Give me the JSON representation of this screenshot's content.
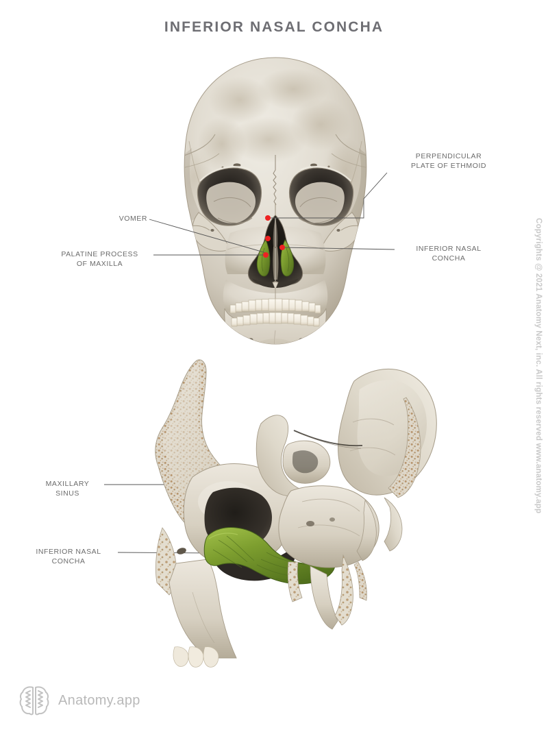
{
  "page": {
    "title": "INFERIOR NASAL CONCHA",
    "background": "#ffffff",
    "title_color": "#6e6e73",
    "label_color": "#6b6b6b"
  },
  "copyright": {
    "text": "Copyrights @ 2021 Anatomy Next, inc. All rights reserved www.anatomy.app",
    "color": "#c9c9c9"
  },
  "footer": {
    "brand": "Anatomy.app",
    "logo_icon": "brain-icon",
    "color": "#b9b9b9"
  },
  "figures": [
    {
      "id": "anterior-skull",
      "view": "anterior view of skull",
      "labels": [
        {
          "id": "perpendicular-plate-of-ethmoid",
          "text": "PERPENDICULAR\nPLATE OF ETHMOID",
          "align": "center",
          "marker": "red-dot"
        },
        {
          "id": "vomer",
          "text": "VOMER",
          "align": "right",
          "marker": "red-dot"
        },
        {
          "id": "palatine-process-of-maxilla",
          "text": "PALATINE PROCESS\nOF MAXILLA",
          "align": "center",
          "marker": "red-dot"
        },
        {
          "id": "inferior-nasal-concha-anterior",
          "text": "INFERIOR NASAL\nCONCHA",
          "align": "center",
          "marker": "red-dot"
        }
      ]
    },
    {
      "id": "sagittal-maxilla",
      "view": "sagittal section through nasal cavity",
      "labels": [
        {
          "id": "maxillary-sinus",
          "text": "MAXILLARY\nSINUS",
          "align": "center",
          "marker": "red-dot"
        },
        {
          "id": "inferior-nasal-concha-sagittal",
          "text": "INFERIOR NASAL\nCONCHA",
          "align": "center",
          "marker": "red-dot"
        }
      ]
    }
  ],
  "colors": {
    "highlight_green": "#7a9b2e",
    "highlight_green_dark": "#5c7820",
    "highlight_green_light": "#9cbb45",
    "marker_red": "#ee2222",
    "bone_light": "#e9e4db",
    "bone_mid": "#d8d1c4",
    "bone_shadow": "#b6ae9e",
    "bone_trabecular": "#b99a72",
    "cavity_dark": "#2f2b27",
    "leader_line": "#555555"
  }
}
